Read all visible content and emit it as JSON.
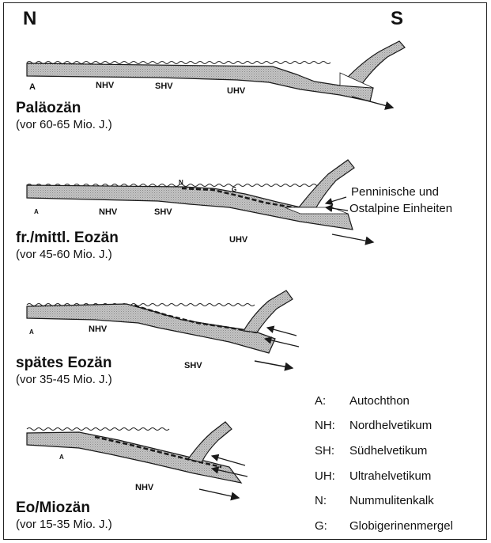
{
  "compass": {
    "north": "N",
    "south": "S"
  },
  "stages": [
    {
      "title": "Paläozän",
      "date": "(vor 60-65 Mio. J.)",
      "units": [
        "A",
        "NHV",
        "SHV",
        "UHV"
      ]
    },
    {
      "title": "fr./mittl. Eozän",
      "date": "(vor 45-60 Mio. J.)",
      "units": [
        "A",
        "NHV",
        "SHV",
        "UHV",
        "N",
        "G"
      ]
    },
    {
      "title": "spätes Eozän",
      "date": "(vor 35-45 Mio. J.)",
      "units": [
        "A",
        "NHV",
        "SHV"
      ]
    },
    {
      "title": "Eo/Miozän",
      "date": "(vor 15-35 Mio. J.)",
      "units": [
        "A",
        "NHV"
      ]
    }
  ],
  "annotation": {
    "line1": "Penninische und",
    "line2": "Ostalpine Einheiten"
  },
  "legend": [
    {
      "abbr": "A:",
      "label": "Autochthon"
    },
    {
      "abbr": "NH:",
      "label": "Nordhelvetikum"
    },
    {
      "abbr": "SH:",
      "label": "Südhelvetikum"
    },
    {
      "abbr": "UH:",
      "label": "Ultrahelvetikum"
    },
    {
      "abbr": "N:",
      "label": "Nummulitenkalk"
    },
    {
      "abbr": "G:",
      "label": "Globigerinenmergel"
    }
  ],
  "colors": {
    "rock": "#b9b9b9",
    "rock_dark": "#8c8c8c",
    "line": "#1a1a1a",
    "background": "#ffffff"
  }
}
